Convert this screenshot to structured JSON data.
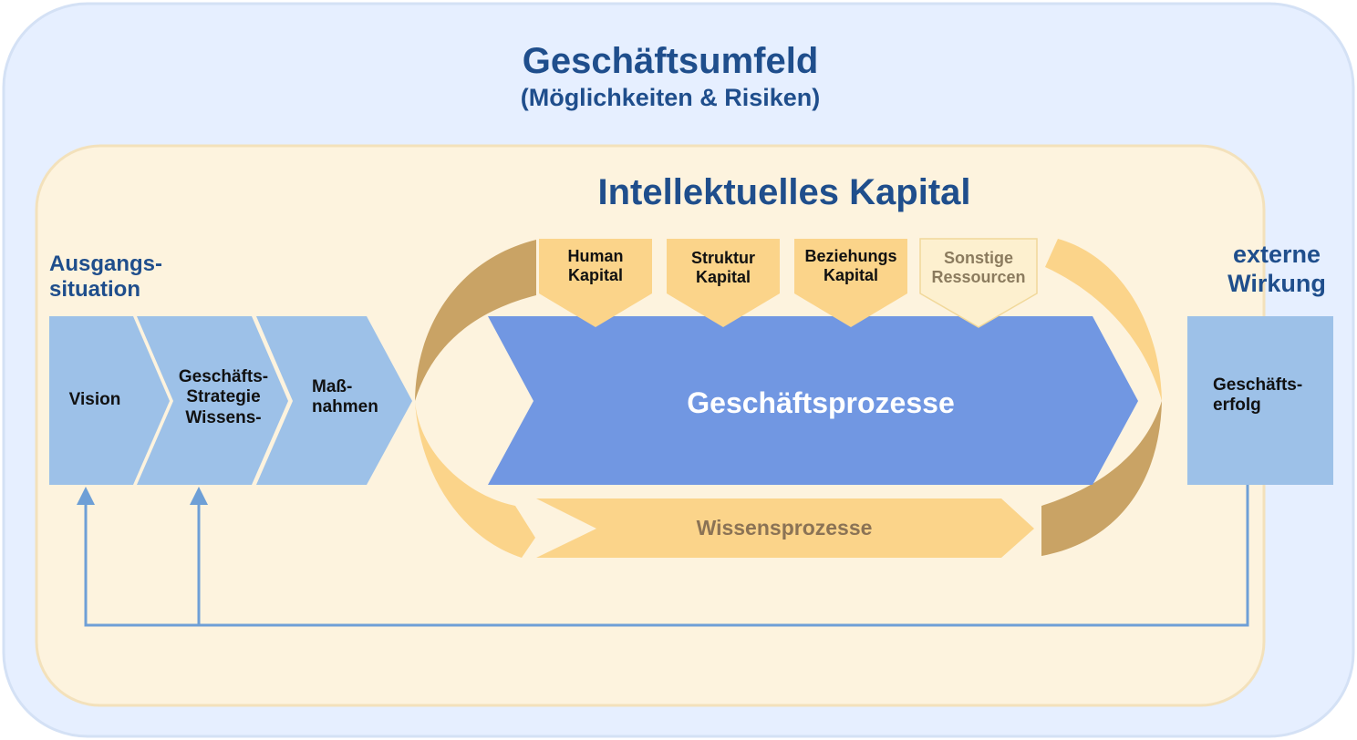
{
  "environment": {
    "title": "Geschäftsumfeld",
    "subtitle": "(Möglichkeiten & Risiken)"
  },
  "intellectual_capital": {
    "title": "Intellektuelles Kapital"
  },
  "initial_situation": {
    "label": "Ausgangs-\nsituation",
    "steps": [
      {
        "label": "Vision"
      },
      {
        "label": "Geschäfts-\nStrategie\nWissens-"
      },
      {
        "label": "Maß-\nnahmen"
      }
    ]
  },
  "capitals": [
    {
      "label": "Human\nKapital"
    },
    {
      "label": "Struktur\nKapital"
    },
    {
      "label": "Beziehungs\nKapital"
    },
    {
      "label": "Sonstige\nRessourcen"
    }
  ],
  "business_processes": {
    "label": "Geschäftsprozesse"
  },
  "knowledge_processes": {
    "label": "Wissensprozesse"
  },
  "external_effect": {
    "label": "externe\nWirkung",
    "box_label": "Geschäfts-\nerfolg"
  },
  "colors": {
    "outer_bg": "#e6efff",
    "outer_border": "#d4e1f5",
    "inner_bg": "#fdf3de",
    "inner_border": "#f3e1bb",
    "title_blue": "#1f4e8c",
    "step_blue": "#9dc1e8",
    "process_blue": "#7197e2",
    "capital_orange": "#fbd48a",
    "capital_muted": "#fdf0cf",
    "loop_light": "#fbd48a",
    "loop_dark": "#c9a365",
    "feedback_line": "#6e9fd6"
  }
}
